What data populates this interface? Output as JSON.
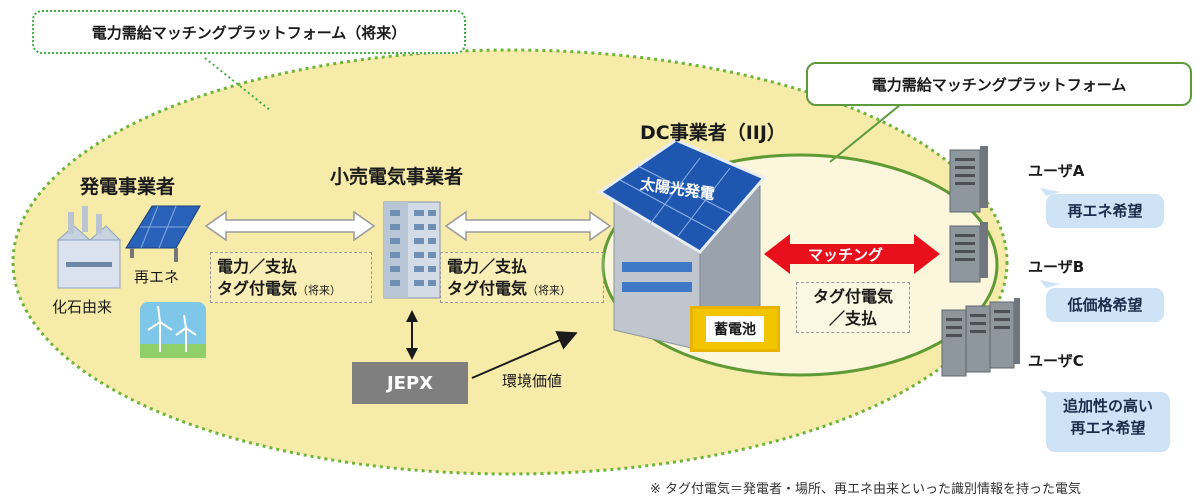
{
  "callouts": {
    "future_platform": "電力需給マッチングプラットフォーム（将来）",
    "platform": "電力需給マッチングプラットフォーム"
  },
  "actors": {
    "generator": "発電事業者",
    "retailer": "小売電気事業者",
    "dc": "DC事業者（IIJ）"
  },
  "generation": {
    "renewable": "再エネ",
    "fossil": "化石由来"
  },
  "flows": {
    "gen_retail_line1": "電力／支払",
    "gen_retail_line2": "タグ付電気",
    "gen_retail_note": "（将来）",
    "retail_dc_line1": "電力／支払",
    "retail_dc_line2": "タグ付電気",
    "retail_dc_note": "（将来）",
    "dc_users_line1": "タグ付電気",
    "dc_users_line2": "／支払",
    "environmental_value": "環境価値"
  },
  "jepx": "JEPX",
  "solar": "太陽光発電",
  "battery": "蓄電池",
  "matching": "マッチング",
  "users": [
    {
      "name": "ユーザA",
      "wish": "再エネ希望"
    },
    {
      "name": "ユーザB",
      "wish": "低価格希望"
    },
    {
      "name": "ユーザC",
      "wish_line1": "追加性の高い",
      "wish_line2": "再エネ希望"
    }
  ],
  "footnote": "※ タグ付電気＝発電者・場所、再エネ由来といった識別情報を持った電気",
  "colors": {
    "big_ellipse": "#f7ebaa",
    "big_ellipse_border": "#6fb33a",
    "inner_ellipse": "#fbf6dc",
    "inner_border": "#5f9a35",
    "matching_arrow": "#e8101a",
    "user_bubble": "#cfe3f6",
    "jepx_box": "#7f7f7f",
    "battery": "#f3c400"
  }
}
